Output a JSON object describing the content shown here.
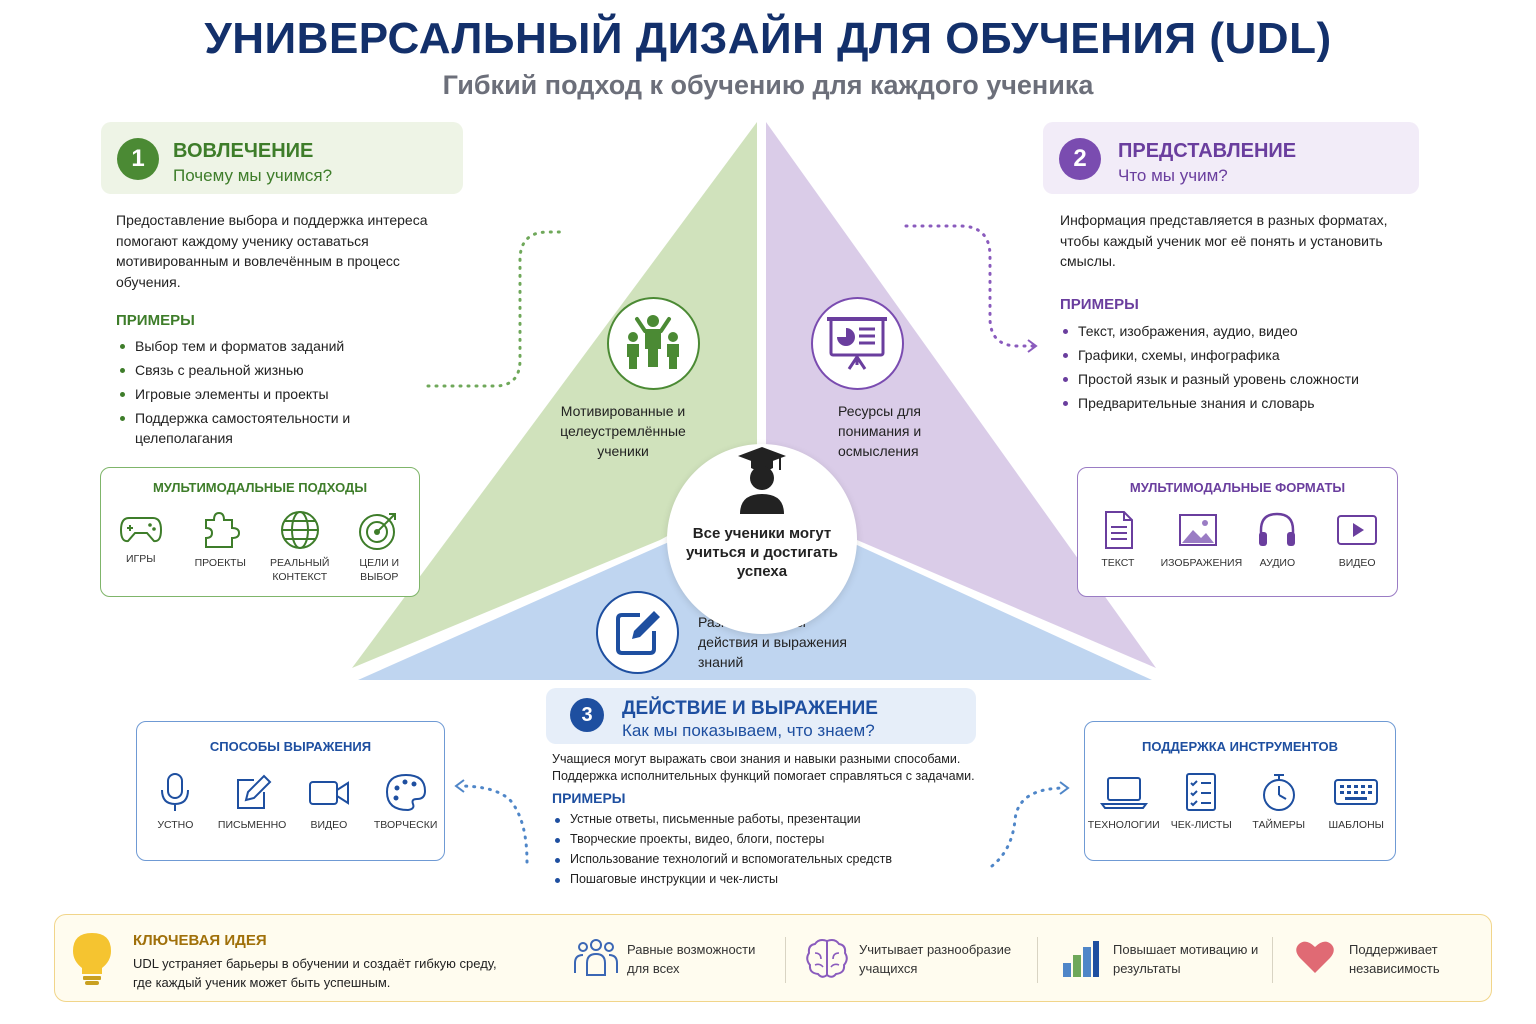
{
  "title": "УНИВЕРСАЛЬНЫЙ ДИЗАЙН ДЛЯ ОБУЧЕНИЯ (UDL)",
  "subtitle": "Гибкий подход к обучению для каждого ученика",
  "colors": {
    "green": "#3e7d2a",
    "purple": "#6a3e9e",
    "blue": "#1e4fa0",
    "navy": "#13306b",
    "gold": "#a0700a"
  },
  "pillar1": {
    "number": "1",
    "heading": "ВОВЛЕЧЕНИЕ",
    "question": "Почему мы учимся?",
    "description": "Предоставление выбора и поддержка интереса помогают каждому ученику оставаться мотивированным и вовлечённым в процесс обучения.",
    "examples_heading": "ПРИМЕРЫ",
    "examples": [
      "Выбор тем и форматов заданий",
      "Связь с реальной жизнью",
      "Игровые элементы и проекты",
      "Поддержка самостоятельности и целеполагания"
    ],
    "box_heading": "МУЛЬТИМОДАЛЬНЫЕ ПОДХОДЫ",
    "box_items": [
      {
        "icon": "gamepad-icon",
        "label": "ИГРЫ"
      },
      {
        "icon": "puzzle-icon",
        "label": "ПРОЕКТЫ"
      },
      {
        "icon": "globe-icon",
        "label": "РЕАЛЬНЫЙ КОНТЕКСТ"
      },
      {
        "icon": "target-icon",
        "label": "ЦЕЛИ И ВЫБОР"
      }
    ],
    "triangle_label": "Мотивированные и целеустремлённые ученики"
  },
  "pillar2": {
    "number": "2",
    "heading": "ПРЕДСТАВЛЕНИЕ",
    "question": "Что мы учим?",
    "description": "Информация представляется в разных форматах, чтобы каждый ученик мог её понять и установить смыслы.",
    "examples_heading": "ПРИМЕРЫ",
    "examples": [
      "Текст, изображения, аудио, видео",
      "Графики, схемы, инфографика",
      "Простой язык и разный уровень сложности",
      "Предварительные знания и словарь"
    ],
    "box_heading": "МУЛЬТИМОДАЛЬНЫЕ ФОРМАТЫ",
    "box_items": [
      {
        "icon": "document-icon",
        "label": "ТЕКСТ"
      },
      {
        "icon": "image-icon",
        "label": "ИЗОБРАЖЕНИЯ"
      },
      {
        "icon": "headphones-icon",
        "label": "АУДИО"
      },
      {
        "icon": "video-play-icon",
        "label": "ВИДЕО"
      }
    ],
    "triangle_label": "Ресурсы для понимания и осмысления"
  },
  "pillar3": {
    "number": "3",
    "heading": "ДЕЙСТВИЕ И ВЫРАЖЕНИЕ",
    "question": "Как мы показываем, что знаем?",
    "description": "Учащиеся могут выражать свои знания и навыки разными способами. Поддержка исполнительных функций помогает справляться с задачами.",
    "examples_heading": "ПРИМЕРЫ",
    "examples": [
      "Устные ответы, письменные работы, презентации",
      "Творческие проекты, видео, блоги, постеры",
      "Использование технологий и вспомогательных средств",
      "Пошаговые инструкции и чек-листы"
    ],
    "left_box_heading": "СПОСОБЫ ВЫРАЖЕНИЯ",
    "left_box_items": [
      {
        "icon": "microphone-icon",
        "label": "УСТНО"
      },
      {
        "icon": "pencil-icon",
        "label": "ПИСЬМЕННО"
      },
      {
        "icon": "video-camera-icon",
        "label": "ВИДЕО"
      },
      {
        "icon": "palette-icon",
        "label": "ТВОРЧЕСКИ"
      }
    ],
    "right_box_heading": "ПОДДЕРЖКА ИНСТРУМЕНТОВ",
    "right_box_items": [
      {
        "icon": "laptop-icon",
        "label": "ТЕХНОЛОГИИ"
      },
      {
        "icon": "checklist-icon",
        "label": "ЧЕК-ЛИСТЫ"
      },
      {
        "icon": "stopwatch-icon",
        "label": "ТАЙМЕРЫ"
      },
      {
        "icon": "keyboard-icon",
        "label": "ШАБЛОНЫ"
      }
    ],
    "triangle_label": "Разные способы действия и выражения знаний"
  },
  "center_text": "Все ученики могут учиться и достигать успеха",
  "footer": {
    "key_heading": "КЛЮЧЕВАЯ ИДЕЯ",
    "key_text": "UDL устраняет барьеры в обучении и создаёт гибкую среду, где каждый ученик может быть успешным.",
    "features": [
      {
        "icon": "people-icon",
        "text": "Равные возможности для всех"
      },
      {
        "icon": "brain-icon",
        "text": "Учитывает разнообразие учащихся"
      },
      {
        "icon": "bar-chart-icon",
        "text": "Повышает мотивацию и результаты"
      },
      {
        "icon": "heart-icon",
        "text": "Поддерживает независимость"
      }
    ]
  }
}
